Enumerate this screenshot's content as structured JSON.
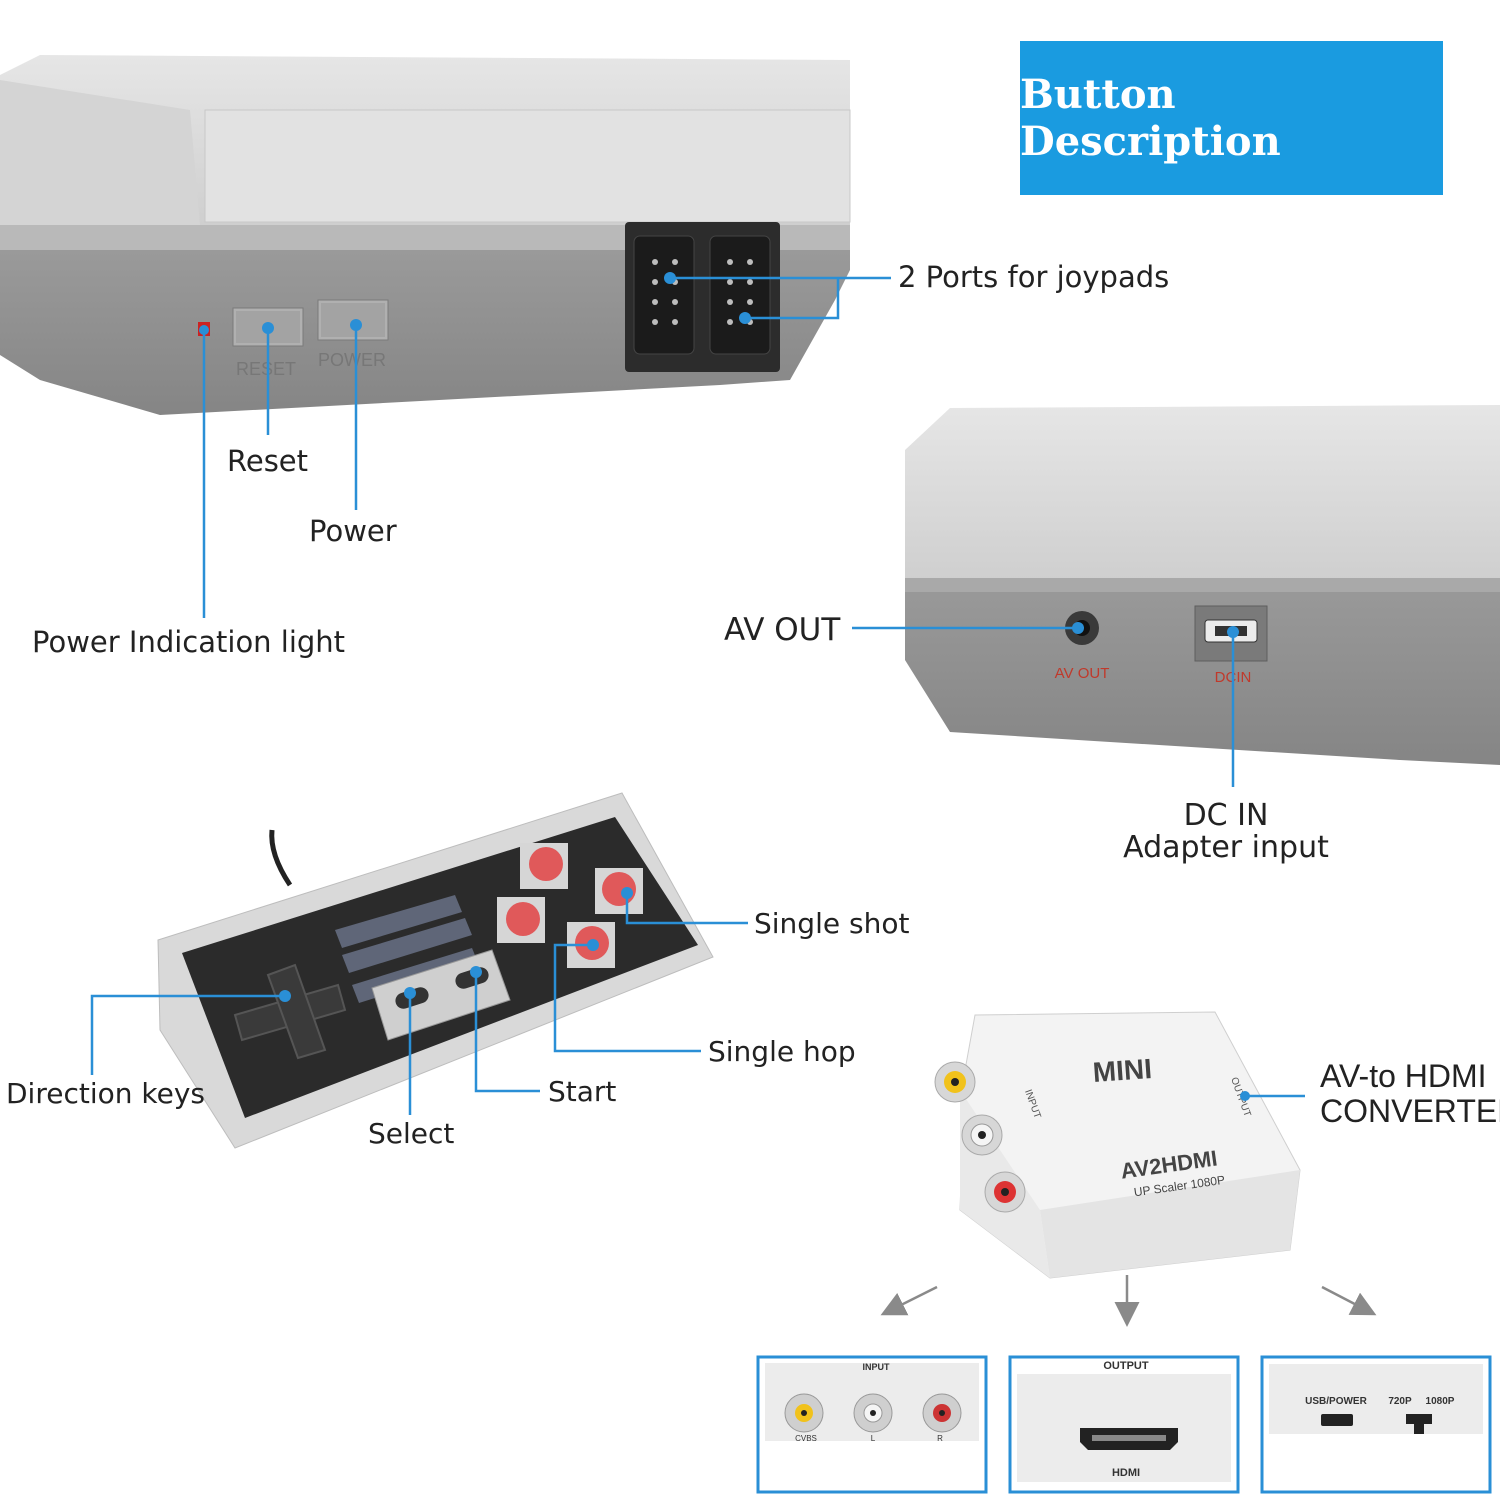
{
  "title": "Button Description",
  "colors": {
    "accent": "#1a9be0",
    "callout": "#2a8fd6",
    "button_red": "#e0595a",
    "console_light": "#d9d9d9",
    "console_dark": "#8f8f8f"
  },
  "console_front": {
    "device_labels": {
      "reset": "RESET",
      "power": "POWER"
    },
    "callouts": {
      "ports": "2 Ports for joypads",
      "reset": "Reset",
      "power": "Power",
      "indicator": "Power Indication light"
    }
  },
  "console_back": {
    "device_labels": {
      "av_out": "AV OUT",
      "dc_in": "DCIN"
    },
    "callouts": {
      "av_out": "AV OUT",
      "dc_in_line1": "DC IN",
      "dc_in_line2": "Adapter input"
    }
  },
  "controller": {
    "callouts": {
      "single_shot": "Single shot",
      "single_hop": "Single hop",
      "direction": "Direction keys",
      "select": "Select",
      "start": "Start"
    }
  },
  "converter": {
    "brand": "MINI",
    "model": "AV2HDMI",
    "subtitle": "UP Scaler 1080P",
    "side_input": "INPUT",
    "side_output": "OUTPUT",
    "callout_line1": "AV-to HDMI",
    "callout_line2": "CONVERTER"
  },
  "detail_panels": {
    "input": {
      "title": "INPUT",
      "ports": [
        "CVBS",
        "L",
        "R"
      ]
    },
    "output": {
      "title": "OUTPUT",
      "port": "HDMI"
    },
    "power": {
      "usb": "USB/POWER",
      "res_720": "720P",
      "res_1080": "1080P"
    }
  }
}
